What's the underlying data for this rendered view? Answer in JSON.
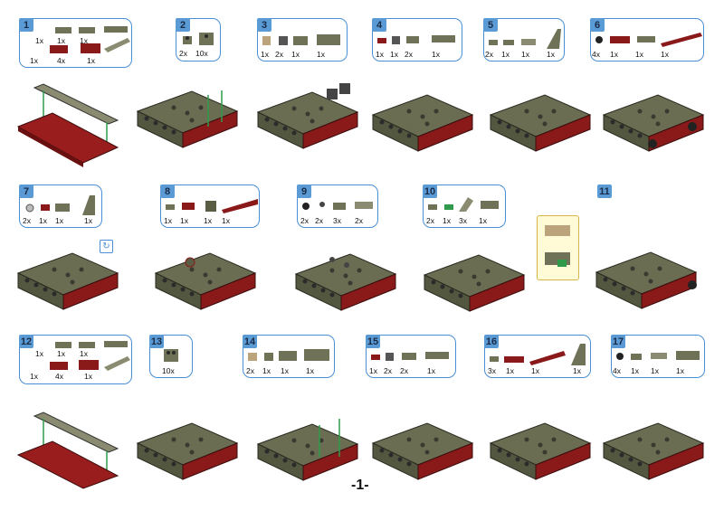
{
  "page_number": "-1-",
  "colors": {
    "accent": "#4a8fd6",
    "num_bg": "#5b9bd5",
    "olive": "#6f7257",
    "dark_red": "#8a1a1a",
    "stud": "#2b2b2b"
  },
  "rotate_icon": "rotate-icon",
  "steps": [
    {
      "num": "1",
      "qty": [
        "1x",
        "1x",
        "1x",
        "1x",
        "4x",
        "1x"
      ]
    },
    {
      "num": "2",
      "qty": [
        "2x",
        "10x"
      ]
    },
    {
      "num": "3",
      "qty": [
        "1x",
        "2x",
        "1x",
        "1x"
      ]
    },
    {
      "num": "4",
      "qty": [
        "1x",
        "1x",
        "2x",
        "1x"
      ]
    },
    {
      "num": "5",
      "qty": [
        "2x",
        "1x",
        "1x",
        "1x"
      ]
    },
    {
      "num": "6",
      "qty": [
        "4x",
        "1x",
        "1x",
        "1x"
      ]
    },
    {
      "num": "7",
      "qty": [
        "2x",
        "1x",
        "1x",
        "1x"
      ]
    },
    {
      "num": "8",
      "qty": [
        "1x",
        "1x",
        "1x",
        "1x"
      ]
    },
    {
      "num": "9",
      "qty": [
        "2x",
        "2x",
        "3x",
        "2x"
      ]
    },
    {
      "num": "10",
      "qty": [
        "2x",
        "1x",
        "3x",
        "1x"
      ]
    },
    {
      "num": "11",
      "qty": []
    },
    {
      "num": "12",
      "qty": [
        "1x",
        "1x",
        "1x",
        "1x",
        "4x",
        "1x"
      ]
    },
    {
      "num": "13",
      "qty": [
        "10x"
      ]
    },
    {
      "num": "14",
      "qty": [
        "2x",
        "1x",
        "1x",
        "1x"
      ]
    },
    {
      "num": "15",
      "qty": [
        "1x",
        "2x",
        "2x",
        "1x"
      ]
    },
    {
      "num": "16",
      "qty": [
        "3x",
        "1x",
        "1x",
        "1x"
      ]
    },
    {
      "num": "17",
      "qty": [
        "4x",
        "1x",
        "1x",
        "1x"
      ]
    }
  ]
}
